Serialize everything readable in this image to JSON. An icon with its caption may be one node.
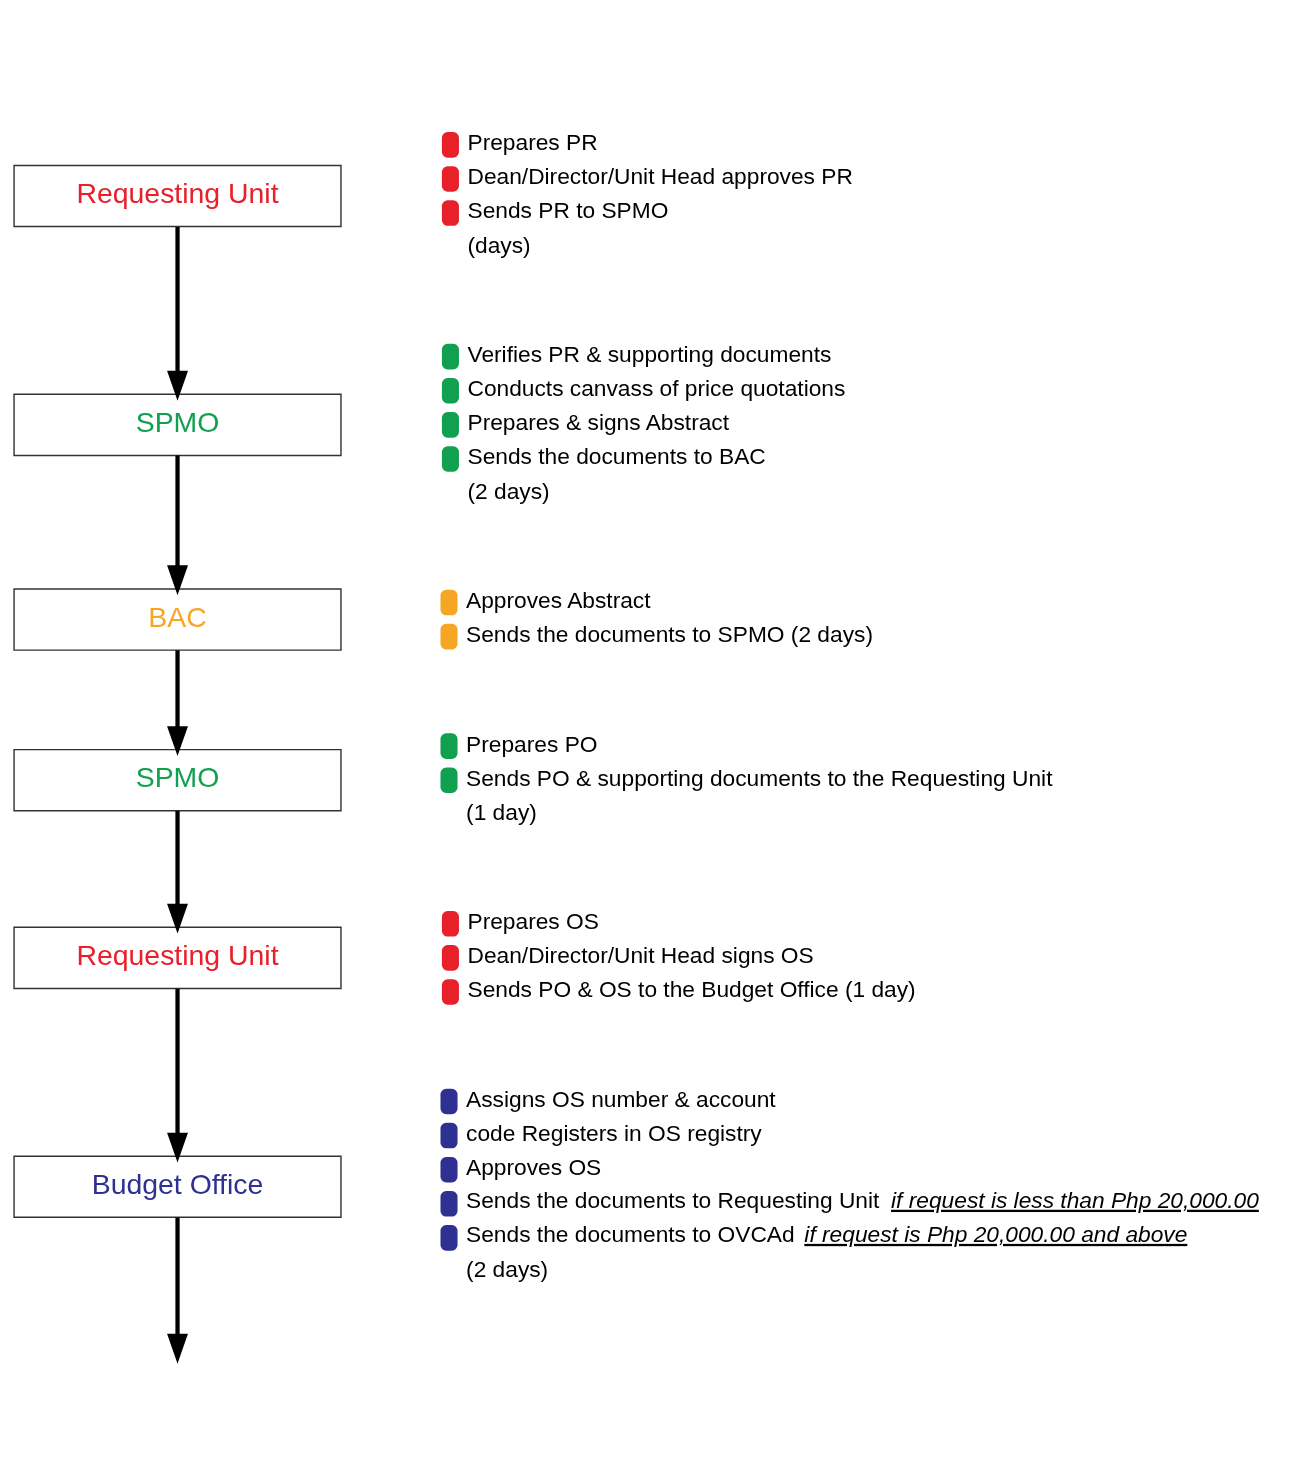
{
  "diagram": {
    "nodes": [
      {
        "text": [
          "Requesting Unit"
        ],
        "beside": [
          "Prepares PR",
          "Dean/Director/Unit Head approves PR",
          "Sends PR to SPMO",
          "(days)"
        ]
      },
      {
        "text": [
          "SPMO"
        ],
        "beside": [
          "Verifies PR & supporting documents",
          "Conducts canvass of price quotations",
          "Prepares & signs Abstract",
          "Sends the documents to BAC",
          "(2 days)"
        ]
      },
      {
        "text": [
          "BAC"
        ],
        "beside": [
          "Approves Abstract",
          "Sends the documents to SPMO (2 days)"
        ]
      },
      {
        "text": [
          "SPMO"
        ],
        "beside": [
          "Prepares PO",
          "Sends PO & supporting documents to the Requesting Unit",
          "(1 day)"
        ]
      },
      {
        "text": [
          "Requesting Unit"
        ],
        "beside": [
          "Prepares OS",
          "Dean/Director/Unit Head signs OS",
          "Sends PO & OS to the Budget Office (1 day)"
        ]
      },
      {
        "text": [
          "Budget Office"
        ],
        "beside": [
          "Assigns OS number & account",
          "code Registers in OS registry",
          "Approves OS",
          "Sends the documents to Requesting Unit *if request is less than Php 20,000.00*",
          "Sends the documents to OVCAd *if request is Php 20,000.00 and above*",
          "(2 days)"
        ]
      }
    ],
    "edges": [
      {
        "from": 0,
        "to": 1,
        "arrow": "to"
      },
      {
        "from": 1,
        "to": 2,
        "arrow": "to"
      },
      {
        "from": 2,
        "to": 3,
        "arrow": "to"
      },
      {
        "from": 3,
        "to": 4,
        "arrow": "to"
      },
      {
        "from": 4,
        "to": 5,
        "arrow": "to"
      },
      {
        "from": 5,
        "to": null,
        "arrow": "to"
      }
    ]
  }
}
